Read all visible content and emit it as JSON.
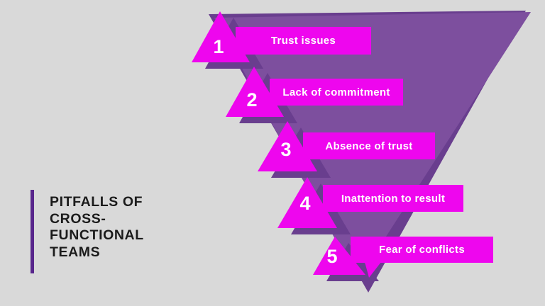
{
  "title": {
    "lines": [
      "PITFALLS OF",
      "CROSS-",
      "FUNCTIONAL",
      "TEAMS"
    ]
  },
  "funnel": {
    "items": [
      {
        "num": "1",
        "label": "Trust issues"
      },
      {
        "num": "2",
        "label": "Lack of commitment"
      },
      {
        "num": "3",
        "label": "Absence of trust"
      },
      {
        "num": "4",
        "label": "Inattention to result"
      },
      {
        "num": "5",
        "label": "Fear of conflicts"
      }
    ]
  },
  "colors": {
    "background": "#d9d9d9",
    "triangle_main": "#7d4f9e",
    "triangle_shadow": "#693e8e",
    "ribbon_magenta": "#ee06ee",
    "accent_bar": "#58268c",
    "title_text": "#1b1b1b",
    "ribbon_text": "#ffffff"
  }
}
